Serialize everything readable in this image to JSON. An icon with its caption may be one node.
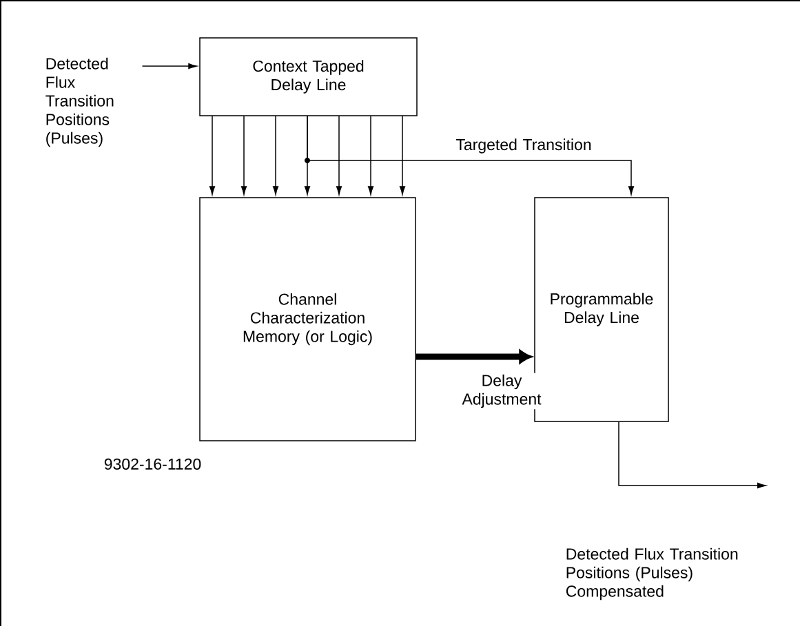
{
  "diagram": {
    "nodes": [
      {
        "text": [
          "Detected Flux Transition Positions (Pulses)"
        ]
      },
      {
        "text": [
          "Context Tapped Delay Line"
        ]
      },
      {
        "text": [
          "Channel Characterization Memory (or Logic)"
        ]
      },
      {
        "text": [
          "Programmable Delay Line"
        ]
      }
    ],
    "edges": [
      {
        "from": 0,
        "to": 1,
        "arrow": "to"
      },
      {
        "from": 1,
        "to": 2,
        "arrow": "to"
      },
      {
        "from": 1,
        "to": 2,
        "arrow": "to"
      },
      {
        "from": 1,
        "to": 2,
        "arrow": "to"
      },
      {
        "from": 1,
        "to": 2,
        "arrow": "to"
      },
      {
        "from": 1,
        "to": 2,
        "arrow": "to"
      },
      {
        "from": 1,
        "to": 2,
        "arrow": "to"
      },
      {
        "from": 1,
        "to": 2,
        "arrow": "to"
      },
      {
        "from": 1,
        "to": 3,
        "arrow": "to",
        "label": "Targeted Transition"
      },
      {
        "from": 2,
        "to": 3,
        "arrow": "to",
        "style": "thick",
        "label": "Delay Adjustment"
      },
      {
        "from": 3,
        "to": null,
        "arrow": "to"
      }
    ],
    "labels": [
      "9302-16-1120",
      "Detected Flux Transition Positions (Pulses) Compensated"
    ]
  }
}
